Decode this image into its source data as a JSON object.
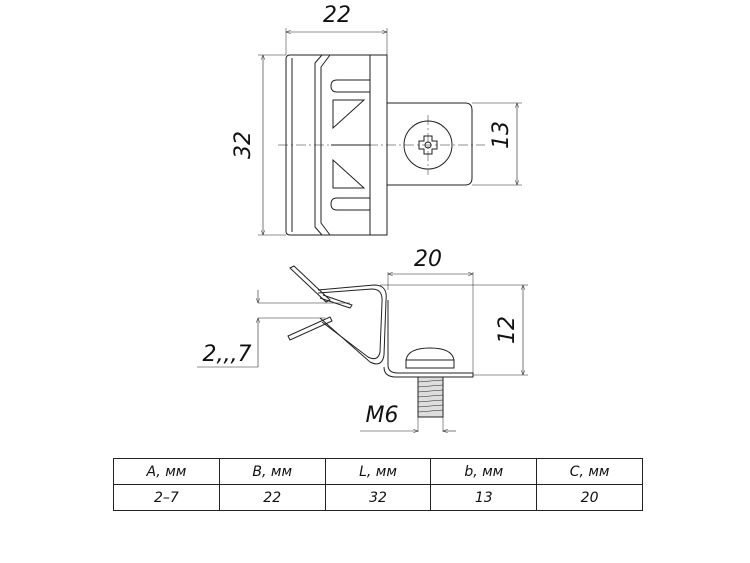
{
  "drawing": {
    "top_view": {
      "width_dim": "22",
      "length_dim": "32",
      "tab_dim": "13"
    },
    "side_view": {
      "width_dim": "20",
      "height_dim": "12",
      "range_dim": "2,,,7",
      "thread_dim": "M6"
    }
  },
  "table": {
    "headers": [
      "A, мм",
      "B, мм",
      "L, мм",
      "b, мм",
      "C, мм"
    ],
    "values": [
      "2–7",
      "22",
      "32",
      "13",
      "20"
    ]
  }
}
